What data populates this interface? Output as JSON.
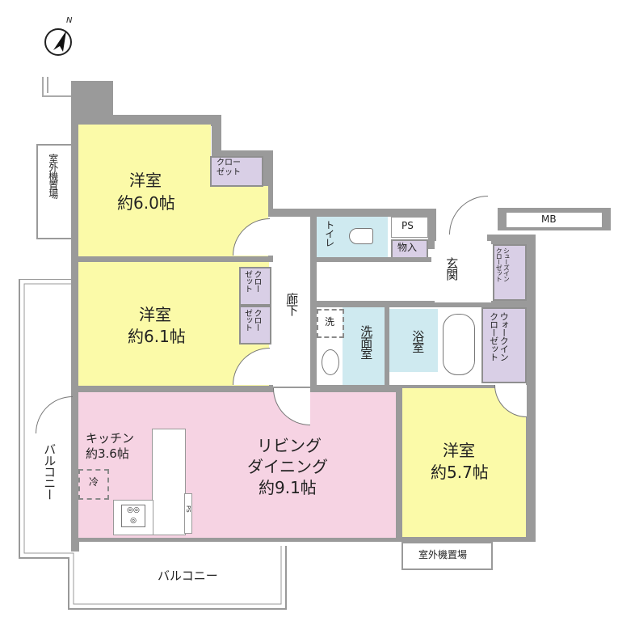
{
  "compass": {
    "label": "N",
    "icon": "north-arrow-icon"
  },
  "rooms": {
    "bedroom1": {
      "name": "洋室",
      "size": "約6.0帖",
      "color": "#fbfaa8"
    },
    "bedroom2": {
      "name": "洋室",
      "size": "約6.1帖",
      "color": "#fbfaa8"
    },
    "bedroom3": {
      "name": "洋室",
      "size": "約5.7帖",
      "color": "#fbfaa8"
    },
    "living": {
      "name1": "リビング",
      "name2": "ダイニング",
      "size": "約9.1帖",
      "color": "#f6d3e3"
    },
    "kitchen": {
      "name": "キッチン",
      "size": "約3.6帖"
    },
    "hallway": {
      "name": "廊下"
    },
    "toilet": {
      "name": "トイレ",
      "color": "#cfeaf0"
    },
    "washroom": {
      "name": "洗面室"
    },
    "washer": {
      "name": "洗"
    },
    "bath": {
      "name": "浴室"
    },
    "entrance": {
      "name": "玄関"
    },
    "ps_top": {
      "name": "PS"
    },
    "ps_kitchen": {
      "name": "PS"
    },
    "storage": {
      "name": "物入",
      "color": "#d9cfe6"
    },
    "mb": {
      "name": "MB"
    },
    "fridge": {
      "name": "冷"
    },
    "closet1": {
      "name": "クロー\nゼット"
    },
    "closet2a": {
      "name": "クロー\nゼット"
    },
    "closet2b": {
      "name": "クロー\nゼット"
    },
    "shoes_closet": {
      "name": "シューズイン\nクローゼット"
    },
    "walkin_closet": {
      "name": "ウォークイン\nクローゼット"
    },
    "balcony_side": {
      "name": "バルコニー"
    },
    "balcony_bottom": {
      "name": "バルコニー"
    },
    "ac_left": {
      "name": "室外機置場"
    },
    "ac_bottom": {
      "name": "室外機置場"
    }
  },
  "colors": {
    "wall": "#9a9a9a",
    "bedroom": "#fbfaa8",
    "living": "#f6d3e3",
    "wet": "#cfeaf0",
    "closet": "#d9cfe6"
  }
}
